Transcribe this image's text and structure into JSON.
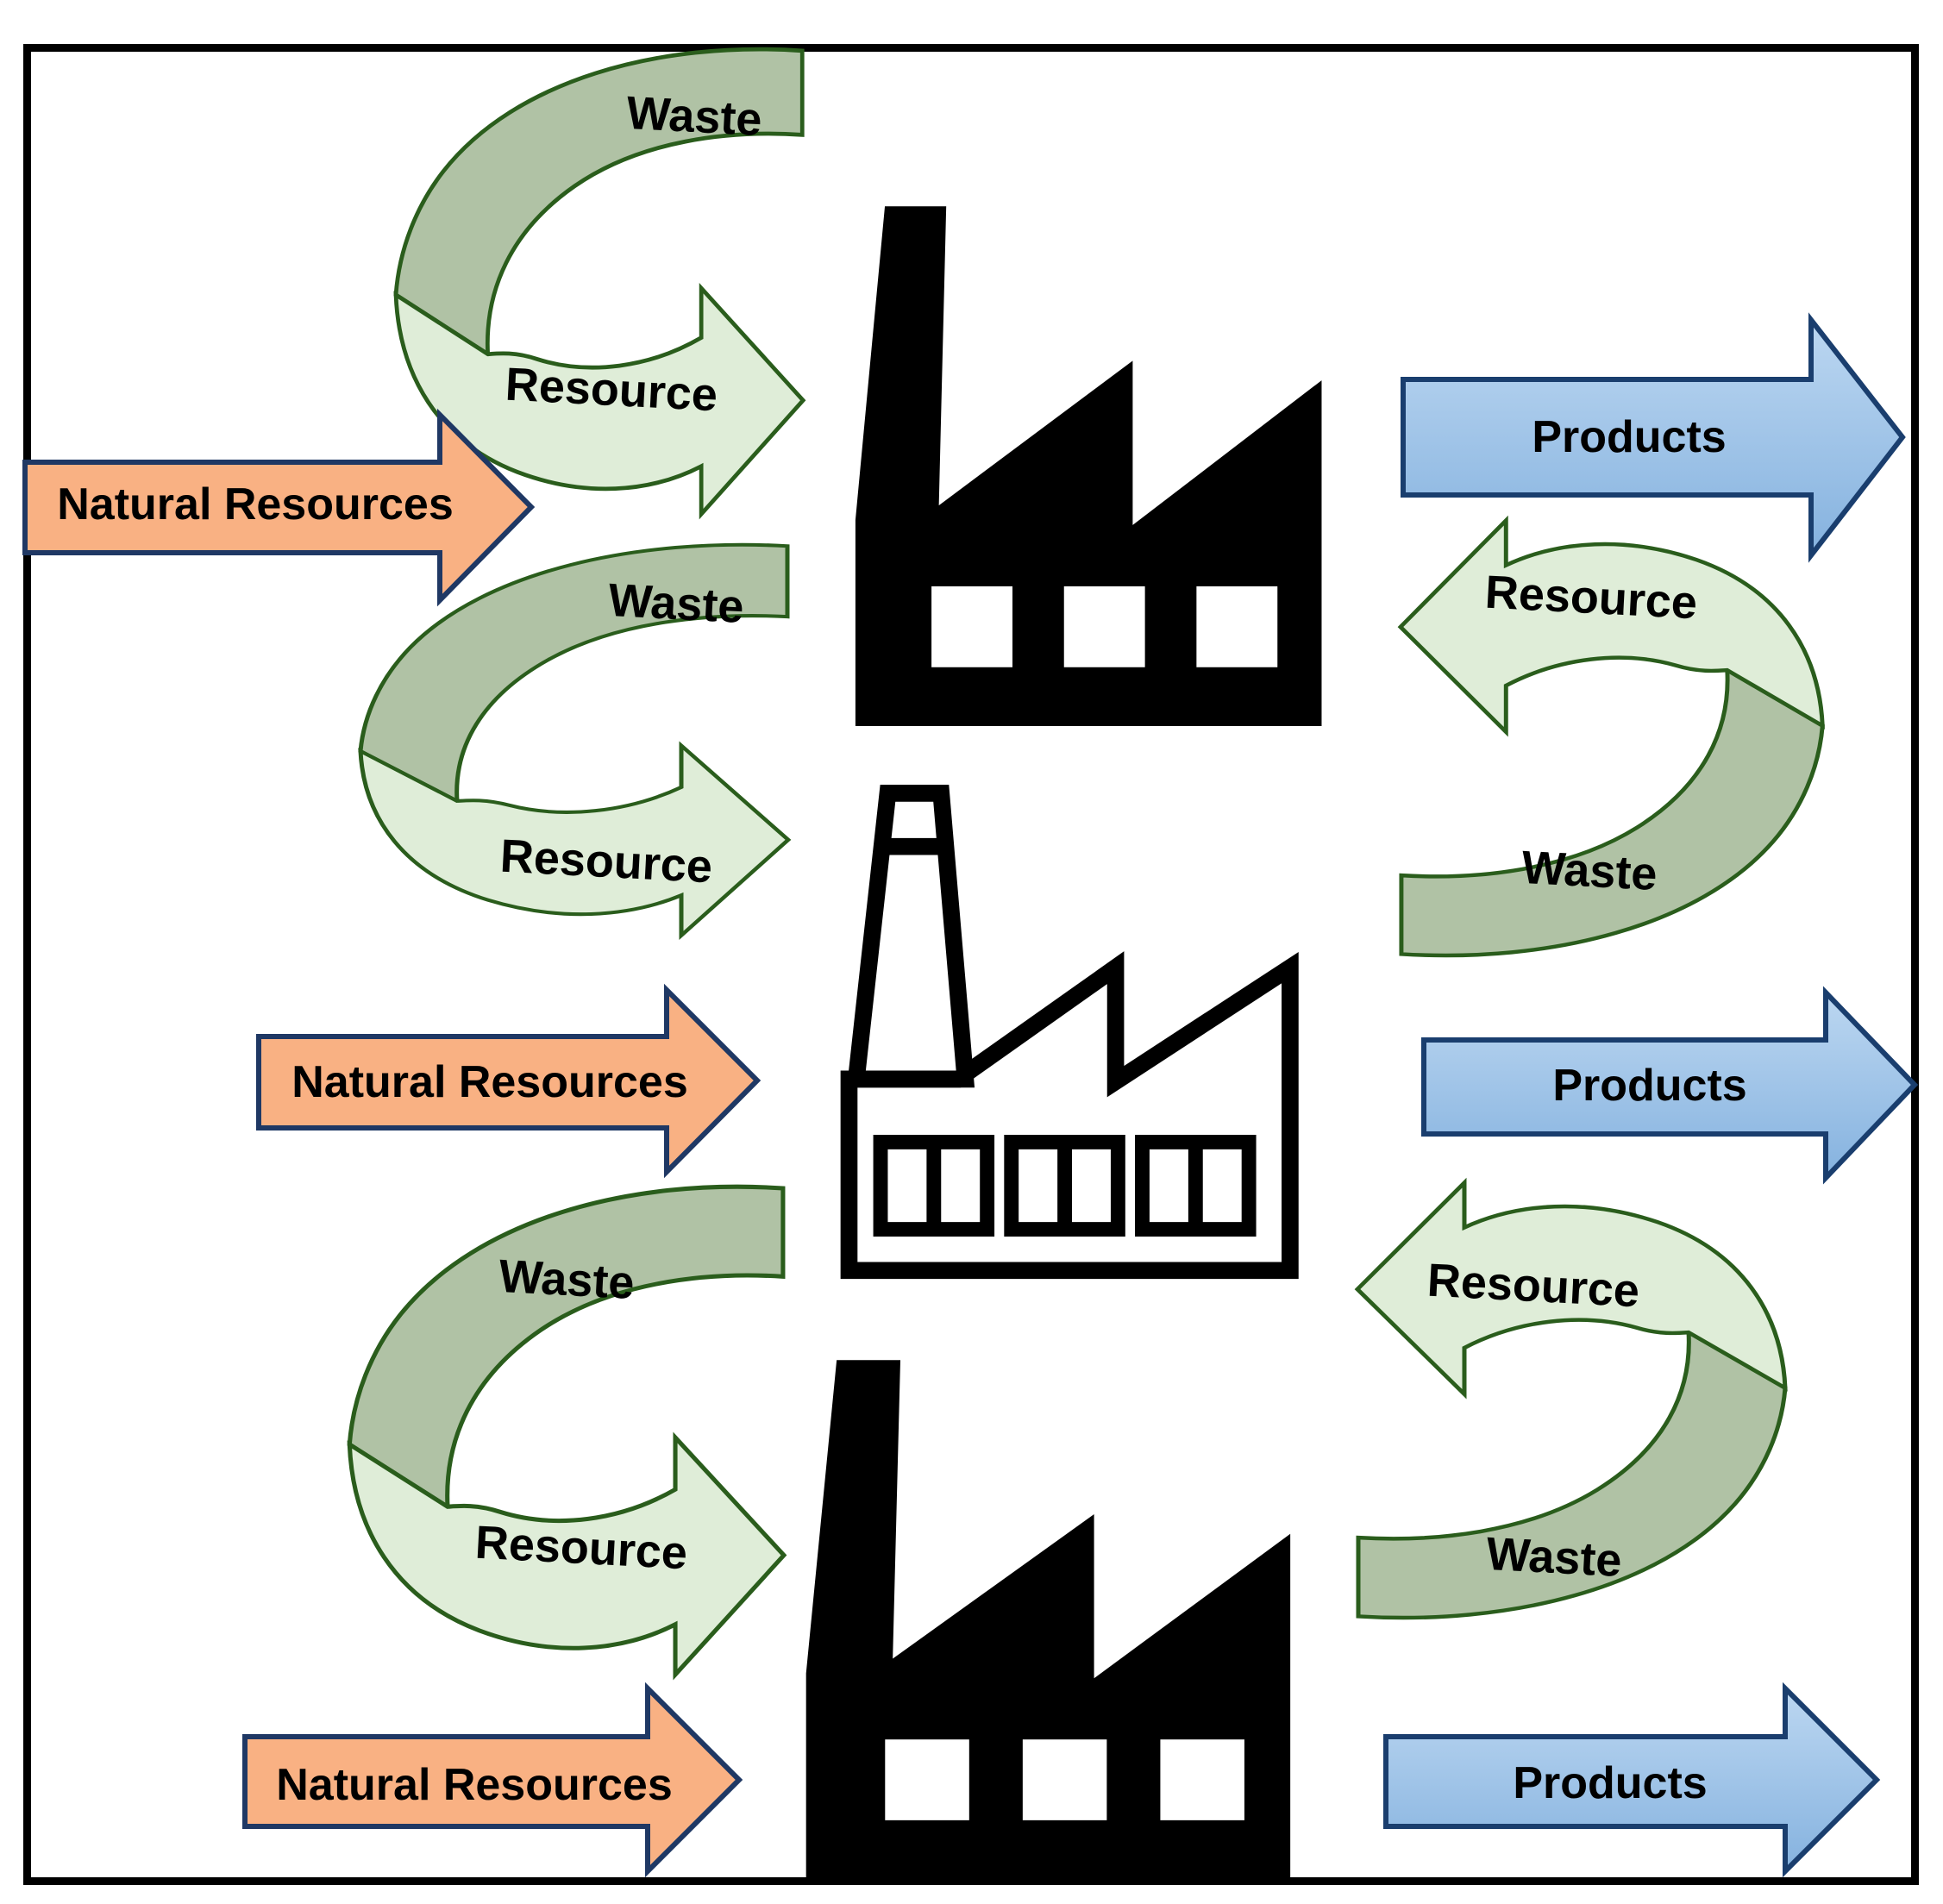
{
  "diagram": {
    "description_labels": {
      "waste": "Waste",
      "resource": "Resource",
      "natural_resources": "Natural Resources",
      "products": "Products"
    },
    "factories": [
      {
        "name": "factory-top",
        "style": "solid-black"
      },
      {
        "name": "factory-middle",
        "style": "outlined"
      },
      {
        "name": "factory-bottom",
        "style": "solid-black"
      }
    ],
    "left_loops": [
      {
        "top_label": "Waste",
        "bottom_label": "Resource"
      },
      {
        "top_label": "Waste",
        "bottom_label": "Resource"
      },
      {
        "top_label": "Waste",
        "bottom_label": "Resource"
      }
    ],
    "right_loops": [
      {
        "top_label": "Resource",
        "bottom_label": "Waste"
      },
      {
        "top_label": "Resource",
        "bottom_label": "Waste"
      }
    ],
    "input_arrows": [
      "Natural Resources",
      "Natural Resources",
      "Natural Resources"
    ],
    "output_arrows": [
      "Products",
      "Products",
      "Products"
    ]
  },
  "colors": {
    "background": "#FFFFFF",
    "frame_border": "#000000",
    "factory_black": "#000000",
    "factory_window_white": "#FFFFFF",
    "orange_fill": "#F9B183",
    "orange_border": "#1F3864",
    "blue_fill_top": "#BCD7F1",
    "blue_fill_bottom": "#85B2DF",
    "blue_border": "#1A3E6E",
    "green_light_fill": "#DFEDD8",
    "green_gray_fill": "#B0C2A5",
    "green_border": "#2A5D1C",
    "label_text": "#000000"
  }
}
